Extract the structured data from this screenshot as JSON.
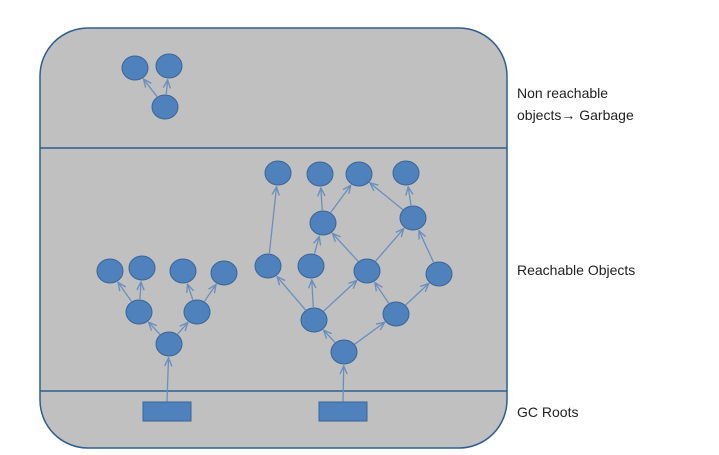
{
  "labels": {
    "non_reachable": "Non reachable\nobjects→ Garbage",
    "reachable": "Reachable Objects",
    "gc_roots": "GC Roots"
  },
  "colors": {
    "panel_fill": "#c0c0c0",
    "panel_stroke": "#2f5d8f",
    "node_fill": "#4f81bd",
    "node_stroke": "#3a6596",
    "edge": "#6a8fbf"
  }
}
